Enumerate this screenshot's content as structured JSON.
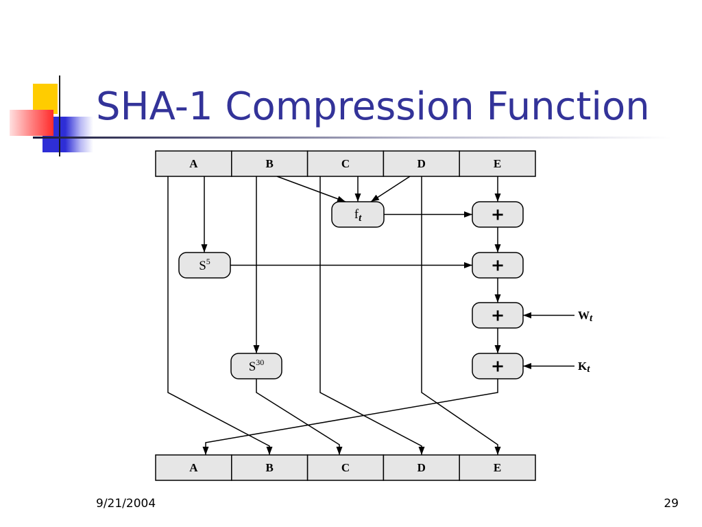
{
  "slide": {
    "title": "SHA-1 Compression Function",
    "date": "9/21/2004",
    "page_number": "29"
  },
  "colors": {
    "title": "#333399",
    "box_fill": "#e6e6e6",
    "accent_yellow": "#ffcc00",
    "accent_red": "#ff2b2b",
    "accent_blue": "#2e2ed6"
  },
  "diagram": {
    "input_registers": [
      "A",
      "B",
      "C",
      "D",
      "E"
    ],
    "output_registers": [
      "A",
      "B",
      "C",
      "D",
      "E"
    ],
    "function_box": {
      "symbol": "f",
      "subscript": "t"
    },
    "rotate_5": {
      "symbol": "S",
      "superscript": "5"
    },
    "rotate_30": {
      "symbol": "S",
      "superscript": "30"
    },
    "adders": [
      "+",
      "+",
      "+",
      "+"
    ],
    "w_input": {
      "symbol": "W",
      "subscript": "t"
    },
    "k_input": {
      "symbol": "K",
      "subscript": "t"
    }
  }
}
